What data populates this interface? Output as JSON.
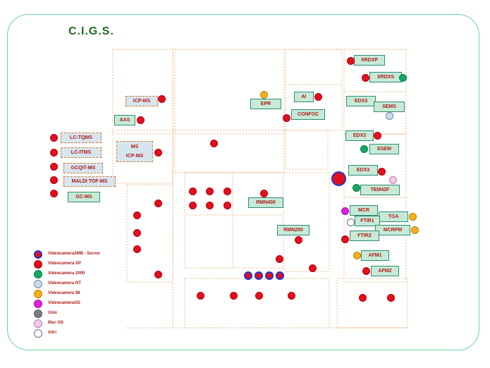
{
  "title": "C.I.G.S.",
  "colors": {
    "frame": "#6fd39a",
    "title": "#1f6b1f",
    "label": "#b01818",
    "box_fill": "#c6ead6",
    "box_border": "#2e8b73",
    "wall": "#f4c9a4",
    "user_red": "#e30f1e",
    "user_blue_ring": "#2233cc",
    "green": "#12a860",
    "lightblue": "#c9dde8",
    "orange": "#f5b01b",
    "magenta": "#e01fe0",
    "grey": "#7b7b86",
    "pink": "#f4c8ec",
    "white": "#ffffff"
  },
  "instruments": {
    "xrd_xp": "XRDXP",
    "xrd_xs": "XRDXS",
    "icp_ms": "ICP-MS",
    "ai": "AI",
    "epr": "EPR",
    "confoc": "CONFOC",
    "edx_1": "EDX3",
    "sem": "SEMS",
    "aas": "AAS",
    "edx_2": "EDX3",
    "esem": "ESEM",
    "lc_tqms": "LC-TQMS",
    "lc_itms": "LC-ITMS",
    "ms": "MS",
    "icp_ms_2": "ICP-MS",
    "gcqit_ms": "GCQIT-MS",
    "maldi_tof_ms": "MALDI TOF-MS",
    "gc_ms": "GC-MS",
    "edx_3": "EDX3",
    "tem": "TEM42F",
    "rmn": "RMN400",
    "mc": "MCR",
    "tga": "TGA",
    "ftir1": "FTIR1",
    "rmn_2": "RMN250",
    "mcrpm": "MCRPM",
    "ftir2": "FTIR2",
    "afm1": "AFM1",
    "afm2": "AFM2"
  },
  "legend": [
    {
      "label": "Videocamera2MB - Server",
      "color": "#e30f1e",
      "ring": "#2233cc"
    },
    {
      "label": "Videocamera XP",
      "color": "#e30f1e",
      "ring": "#b00010"
    },
    {
      "label": "Videocamera 2000",
      "color": "#12a860",
      "ring": "#0b7a44"
    },
    {
      "label": "Videocamera NT",
      "color": "#c9dde8",
      "ring": "#6a8aa0"
    },
    {
      "label": "Videocamera 98",
      "color": "#f5b01b",
      "ring": "#b8800a"
    },
    {
      "label": "VideocameraOS",
      "color": "#e01fe0",
      "ring": "#a010a0"
    },
    {
      "label": "Unix",
      "color": "#7b7b86",
      "ring": "#55555e"
    },
    {
      "label": "Mac OS",
      "color": "#f4c8ec",
      "ring": "#b080a0"
    },
    {
      "label": "Altri",
      "color": "#ffffff",
      "ring": "#6a6a9a"
    }
  ]
}
